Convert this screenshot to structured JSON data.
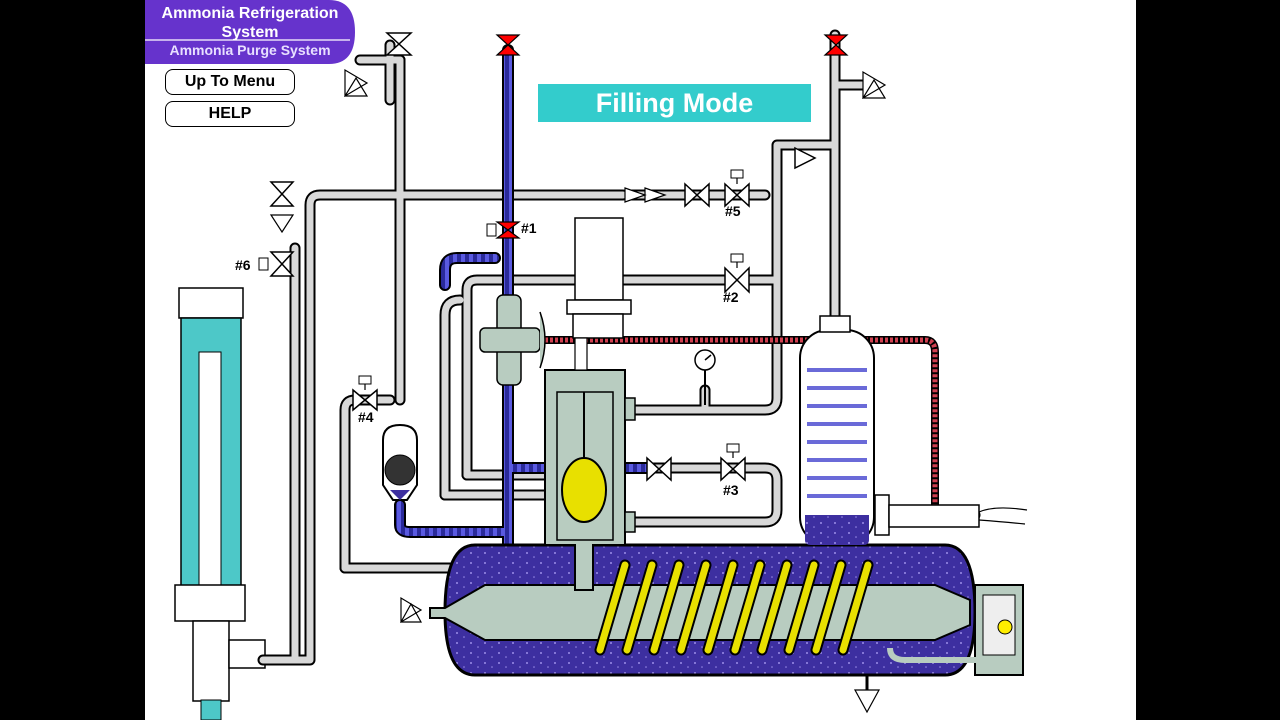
{
  "header": {
    "title_line1": "Ammonia Refrigeration",
    "title_line2": "System",
    "subtitle": "Ammonia Purge System"
  },
  "nav": {
    "menu_button": "Up To Menu",
    "help_button": "HELP"
  },
  "mode": {
    "label": "Filling Mode"
  },
  "valves": {
    "v1": "#1",
    "v2": "#2",
    "v3": "#3",
    "v4": "#4",
    "v5": "#5",
    "v6": "#6"
  },
  "colors": {
    "badge": "#6633cc",
    "banner": "#33cccc",
    "liquid_ammonia": "#3d2fa0",
    "sight_glass_liquid": "#4dc8c8",
    "vessel_body": "#b8ccc0",
    "coil": "#e8e000",
    "valve_open": "#ffffff",
    "valve_closed": "#ff0000",
    "hot_line": "#d04050"
  }
}
